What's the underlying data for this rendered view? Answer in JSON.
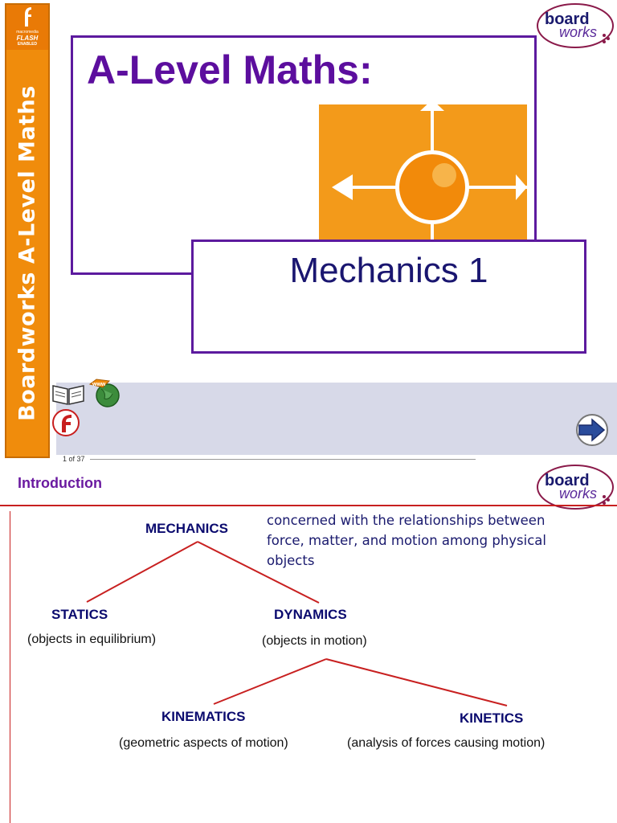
{
  "slide1": {
    "sidebar_text": "Boardworks A-Level Maths",
    "flash_badge": {
      "line1": "macromedia",
      "line2": "FLASH",
      "line3": "ENABLED"
    },
    "title": "A-Level Maths:",
    "subtitle": "Mechanics 1",
    "counter": "1 of 37",
    "icons": [
      "book-icon",
      "www-globe-icon",
      "flash-icon",
      "next-arrow-icon"
    ]
  },
  "logo": {
    "line1": "board",
    "line2": "works"
  },
  "slide2": {
    "title": "Introduction",
    "definition": "concerned with the relationships between force, matter, and motion among physical objects",
    "tree": {
      "mechanics": "MECHANICS",
      "statics": {
        "label": "STATICS",
        "desc": "(objects in equilibrium)"
      },
      "dynamics": {
        "label": "DYNAMICS",
        "desc": "(objects in motion)"
      },
      "kinematics": {
        "label": "KINEMATICS",
        "desc": "(geometric aspects of motion)"
      },
      "kinetics": {
        "label": "KINETICS",
        "desc": "(analysis of forces causing motion)"
      }
    }
  },
  "colors": {
    "orange": "#f08c0c",
    "purple": "#5c1a9e",
    "navy": "#1a1670",
    "red": "#c82020",
    "band": "#d7d9e8"
  }
}
